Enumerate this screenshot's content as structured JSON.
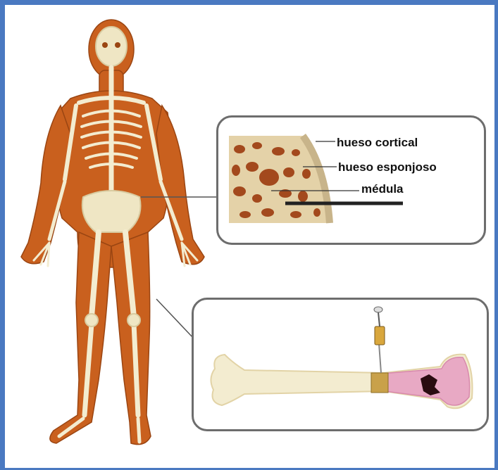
{
  "labels": {
    "cortical": "hueso cortical",
    "spongy": "hueso esponjoso",
    "marrow": "médula"
  },
  "colors": {
    "frame": "#4a79c1",
    "body": "#c9601e",
    "bone": "#f3ecd0",
    "marrow": "#e8a9c4",
    "panel_border": "#6d6d6d"
  }
}
